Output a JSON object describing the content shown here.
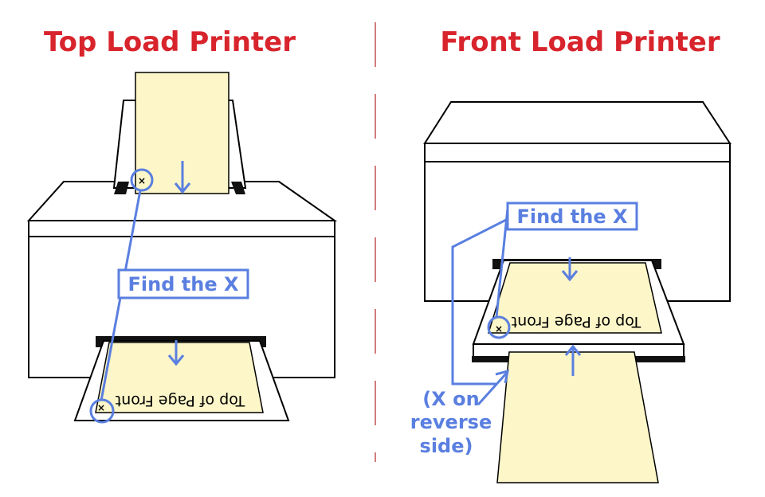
{
  "titles": {
    "left": "Top Load Printer",
    "right": "Front Load Printer"
  },
  "callouts": {
    "left": "Find the X",
    "right": "Find the X"
  },
  "page_text": {
    "left": "Top of Page Front",
    "right": "Top of Page Front"
  },
  "x_mark": "×",
  "reverse_note": {
    "line1": "(X on",
    "line2": "reverse",
    "line3": "side)"
  },
  "colors": {
    "title": "#d8242c",
    "annotation": "#5a7fe0",
    "paper": "#fdf6c8",
    "outline": "#000000",
    "divider": "#c05050"
  }
}
